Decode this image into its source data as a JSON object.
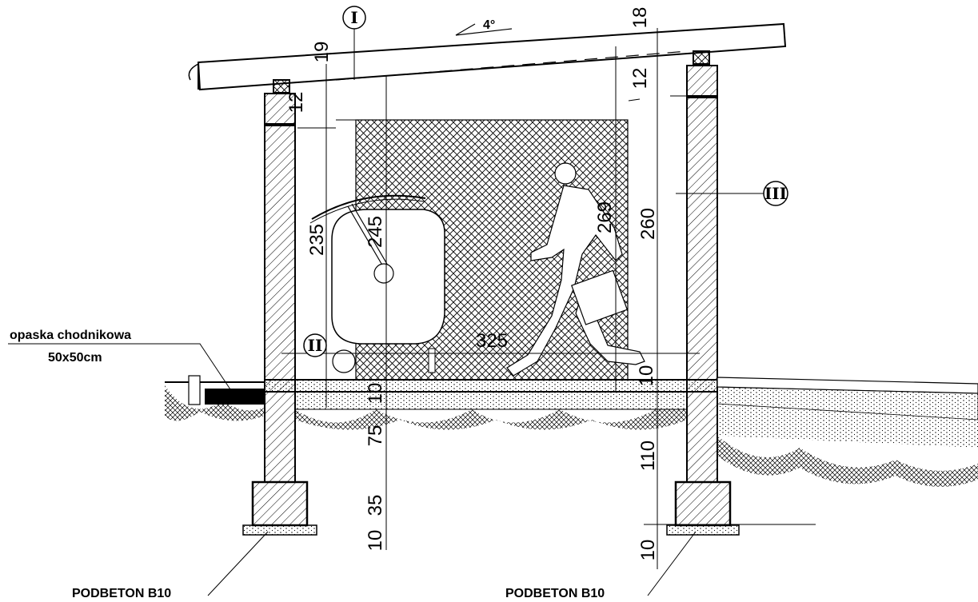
{
  "roof": {
    "slope_label": "4°"
  },
  "markers": {
    "one": "I",
    "two": "II",
    "three": "III"
  },
  "dimensions": {
    "d19": "19",
    "d18": "18",
    "d12_left": "12",
    "d12_right": "12",
    "d235": "235",
    "d245": "245",
    "d269": "269",
    "d260": "260",
    "d325": "325",
    "d10_floor": "10",
    "d10_right_floor": "10",
    "d75": "75",
    "d35": "35",
    "d10_bottom": "10",
    "d110": "110",
    "d10_right_bottom": "10"
  },
  "labels": {
    "sidewalk_line1": "opaska chodnikowa",
    "sidewalk_line2": "50x50cm",
    "footing_left": "PODBETON  B10",
    "footing_right": "PODBETON  B10"
  },
  "colors": {
    "line": "#000000",
    "background": "#ffffff"
  }
}
